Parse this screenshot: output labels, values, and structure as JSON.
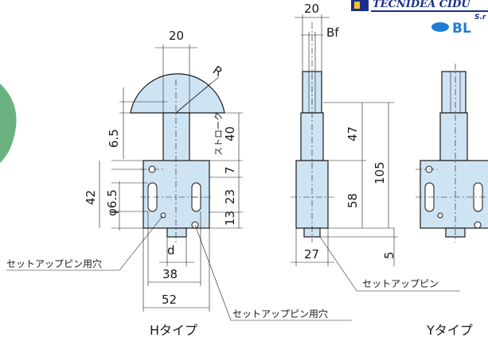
{
  "brand": {
    "name": "TECNIDEA CIDU",
    "suffix": "S.r",
    "sub": "BL"
  },
  "dimensions": {
    "h_width_top": "20",
    "radius": "R",
    "h_6_5": "6.5",
    "stroke_label": "ストローク",
    "stroke_value": "40",
    "h_7": "7",
    "h_23": "23",
    "h_13": "13",
    "h_42": "42",
    "h_phi": "φ6.5",
    "h_d": "d",
    "h_38": "38",
    "h_52": "52",
    "s_20": "20",
    "s_bf": "Bf",
    "s_47": "47",
    "s_105": "105",
    "s_58": "58",
    "s_27": "27",
    "s_5": "5"
  },
  "callouts": {
    "setup_pin_hole_left": "セットアップピン用穴",
    "setup_pin_hole_bottom": "セットアップピン用穴",
    "setup_pin": "セットアップピン"
  },
  "captions": {
    "h_type": "Hタイプ",
    "y_type": "Yタイプ"
  },
  "colors": {
    "part_fill": "#cfe4f3",
    "decor_green": "#4fa46a",
    "brand_blue": "#1b2f8a"
  }
}
